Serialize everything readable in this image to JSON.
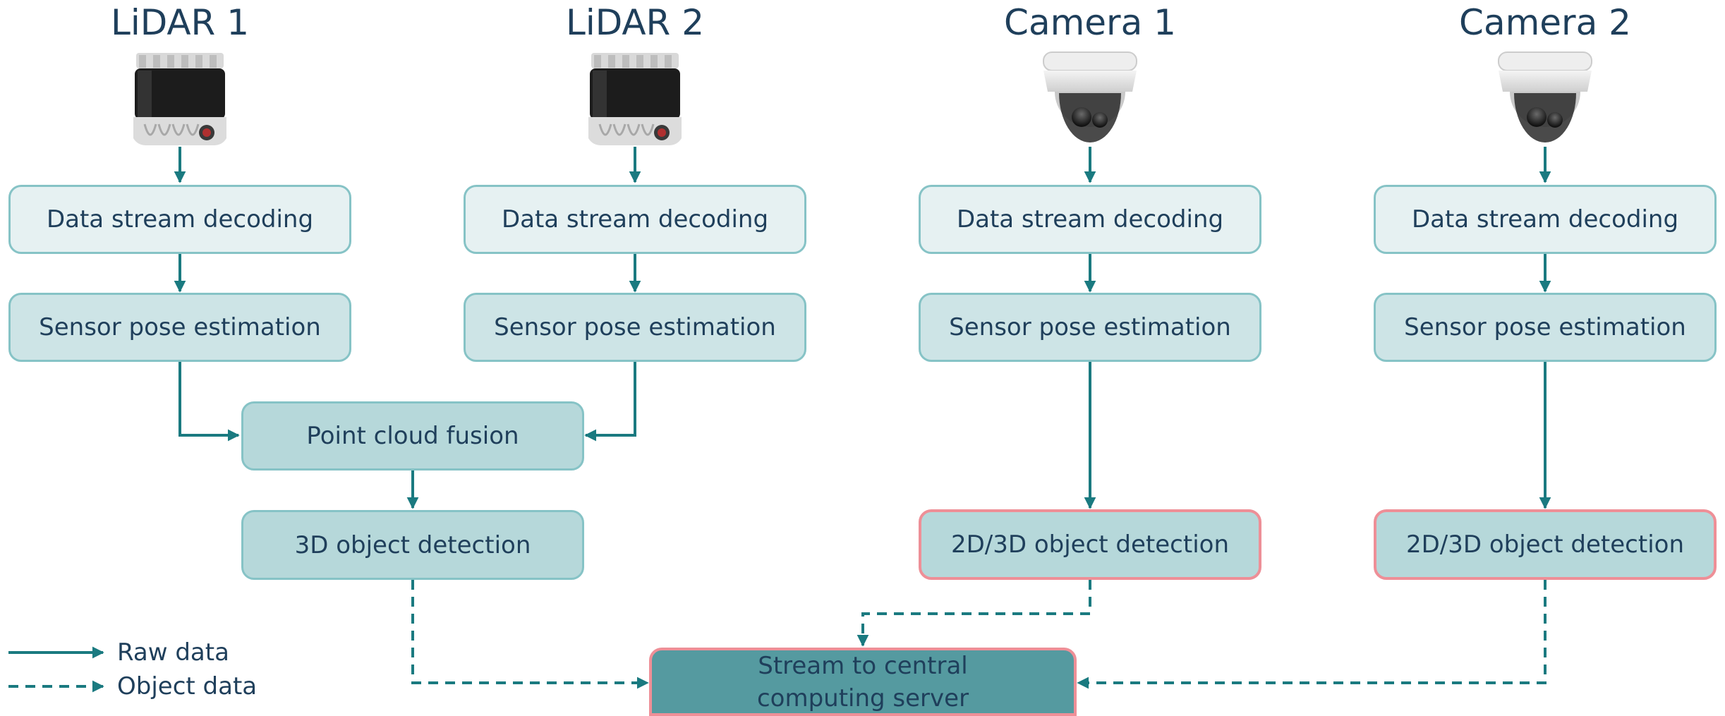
{
  "sensors": [
    {
      "title": "LiDAR 1",
      "icon": "lidar-sensor-icon"
    },
    {
      "title": "LiDAR 2",
      "icon": "lidar-sensor-icon"
    },
    {
      "title": "Camera 1",
      "icon": "dome-camera-icon"
    },
    {
      "title": "Camera 2",
      "icon": "dome-camera-icon"
    }
  ],
  "boxes": {
    "decode": "Data stream decoding",
    "pose": "Sensor pose estimation",
    "fusion": "Point cloud fusion",
    "lidar_detection": "3D object detection",
    "camera_detection": "2D/3D object detection",
    "server_line1": "Stream to central",
    "server_line2": "computing server"
  },
  "legend": {
    "raw": "Raw data",
    "object": "Object data"
  },
  "colors": {
    "arrow": "#1a7a80",
    "highlight_border": "#ee8f97",
    "text": "#1f3f5b"
  }
}
